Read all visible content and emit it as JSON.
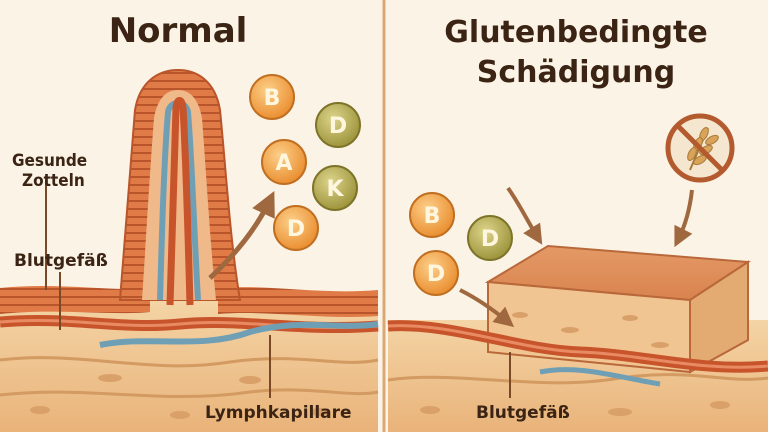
{
  "left_panel": {
    "title": "Normal",
    "labels": {
      "villi": "Gesunde Zotteln",
      "blood_vessel": "Blutgefäß",
      "lymph": "Lymphkapillare"
    },
    "nutrients": [
      "B",
      "D",
      "A",
      "K",
      "D"
    ]
  },
  "right_panel": {
    "title_line1": "Glutenbedingte",
    "title_line2": "Schädigung",
    "labels": {
      "blood_vessel": "Blutgefäß"
    },
    "nutrients": [
      "B",
      "D",
      "D"
    ],
    "icon": "no-gluten-icon"
  },
  "colors": {
    "background": "#fbf3e6",
    "divider": "#d9a877",
    "villus_orange": "#e07a47",
    "blood_vessel": "#c8542c",
    "lymph_blue": "#6f9fb5",
    "tissue": "#eec592",
    "vitamin_orange": "#f2a345",
    "vitamin_olive": "#b8ad55",
    "arrow": "#a0683f",
    "text_dark": "#3b2414"
  }
}
